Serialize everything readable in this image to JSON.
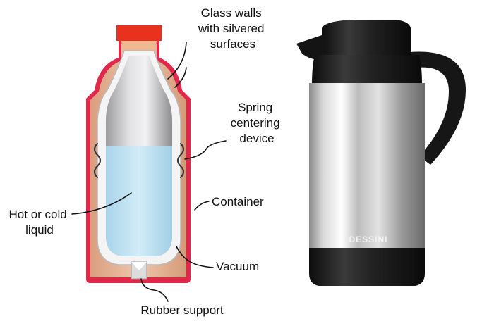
{
  "labels": {
    "glass_walls": [
      "Glass walls",
      "with silvered",
      "surfaces"
    ],
    "spring": [
      "Spring",
      "centering",
      "device"
    ],
    "container": "Container",
    "liquid": [
      "Hot or cold",
      "liquid"
    ],
    "vacuum": "Vacuum",
    "rubber_support": "Rubber support"
  },
  "carafe": {
    "brand": "DESSINI"
  },
  "colors": {
    "cap": "#e8321e",
    "outer_wall": "#e0284a",
    "container_fill": "#e6b495",
    "glass": "#e8e8ea",
    "liquid": "#bfe2f3",
    "steel": "#c9c9c9",
    "plastic": "#1a1a1a"
  }
}
